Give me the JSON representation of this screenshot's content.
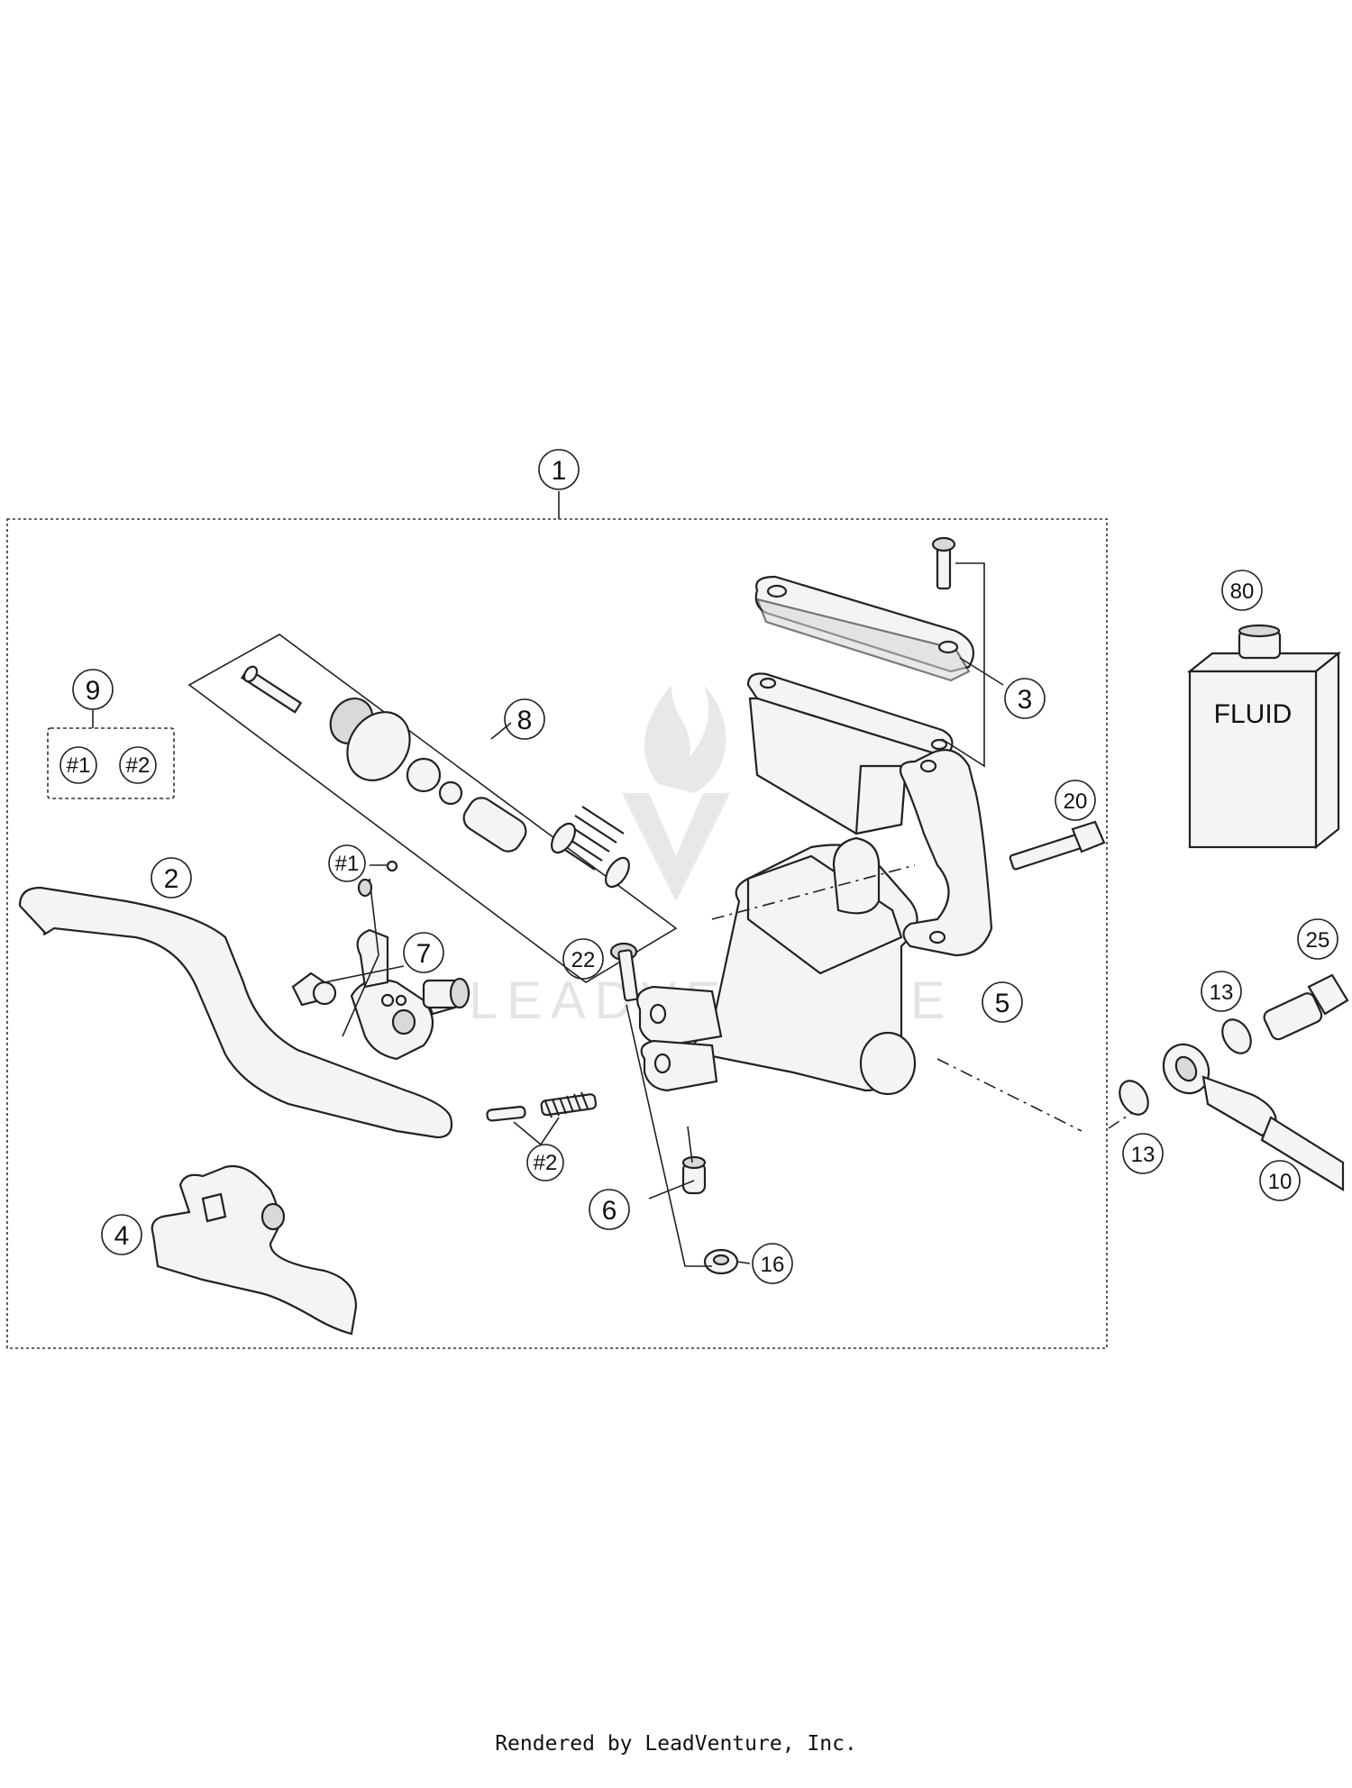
{
  "diagram": {
    "callouts": {
      "c1": "1",
      "c2": "2",
      "c3": "3",
      "c4": "4",
      "c5": "5",
      "c6": "6",
      "c7": "7",
      "c8": "8",
      "c9": "9",
      "c10": "10",
      "c13a": "13",
      "c13b": "13",
      "c16": "16",
      "c20": "20",
      "c22": "22",
      "c25": "25",
      "c80": "80",
      "k1": "#1",
      "k2": "#2",
      "k1b": "#1",
      "k2b": "#2"
    },
    "fluid_label": "FLUID",
    "watermark": "LEADVENTURE"
  },
  "footer": {
    "text": "Rendered by LeadVenture, Inc."
  }
}
